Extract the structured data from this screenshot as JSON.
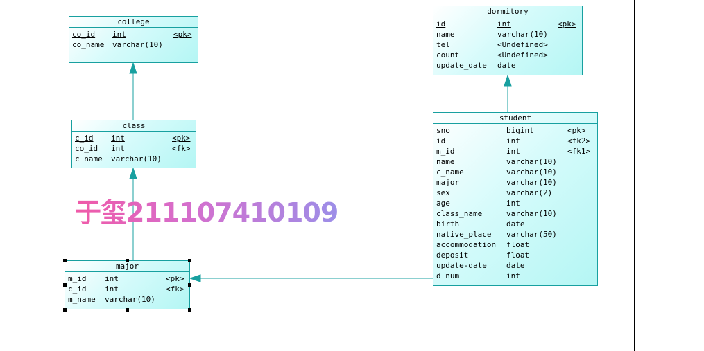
{
  "entities": {
    "college": {
      "title": "college",
      "rows": [
        {
          "name": "co_id",
          "type": "int",
          "key": "<pk>",
          "pk": true
        },
        {
          "name": "co_name",
          "type": "varchar(10)",
          "key": "",
          "pk": false
        }
      ]
    },
    "class": {
      "title": "class",
      "rows": [
        {
          "name": "c_id",
          "type": "int",
          "key": "<pk>",
          "pk": true
        },
        {
          "name": "co_id",
          "type": "int",
          "key": "<fk>",
          "pk": false
        },
        {
          "name": "c_name",
          "type": "varchar(10)",
          "key": "",
          "pk": false
        }
      ]
    },
    "major": {
      "title": "major",
      "rows": [
        {
          "name": "m_id",
          "type": "int",
          "key": "<pk>",
          "pk": true
        },
        {
          "name": "c_id",
          "type": "int",
          "key": "<fk>",
          "pk": false
        },
        {
          "name": "m_name",
          "type": "varchar(10)",
          "key": "",
          "pk": false
        }
      ]
    },
    "dormitory": {
      "title": "dormitory",
      "rows": [
        {
          "name": "id",
          "type": "int",
          "key": "<pk>",
          "pk": true
        },
        {
          "name": "name",
          "type": "varchar(10)",
          "key": "",
          "pk": false
        },
        {
          "name": "tel",
          "type": "<Undefined>",
          "key": "",
          "pk": false
        },
        {
          "name": "count",
          "type": "<Undefined>",
          "key": "",
          "pk": false
        },
        {
          "name": "update_date",
          "type": "date",
          "key": "",
          "pk": false
        }
      ]
    },
    "student": {
      "title": "student",
      "rows": [
        {
          "name": "sno",
          "type": "bigint",
          "key": "<pk>",
          "pk": true
        },
        {
          "name": "id",
          "type": "int",
          "key": "<fk2>",
          "pk": false
        },
        {
          "name": "m_id",
          "type": "int",
          "key": "<fk1>",
          "pk": false
        },
        {
          "name": "name",
          "type": "varchar(10)",
          "key": "",
          "pk": false
        },
        {
          "name": "c_name",
          "type": "varchar(10)",
          "key": "",
          "pk": false
        },
        {
          "name": "major",
          "type": "varchar(10)",
          "key": "",
          "pk": false
        },
        {
          "name": "sex",
          "type": "varchar(2)",
          "key": "",
          "pk": false
        },
        {
          "name": "age",
          "type": "int",
          "key": "",
          "pk": false
        },
        {
          "name": "class_name",
          "type": "varchar(10)",
          "key": "",
          "pk": false
        },
        {
          "name": "birth",
          "type": "date",
          "key": "",
          "pk": false
        },
        {
          "name": "native_place",
          "type": "varchar(50)",
          "key": "",
          "pk": false
        },
        {
          "name": "accommodation",
          "type": "float",
          "key": "",
          "pk": false
        },
        {
          "name": "deposit",
          "type": "float",
          "key": "",
          "pk": false
        },
        {
          "name": "update-date",
          "type": "date",
          "key": "",
          "pk": false
        },
        {
          "name": "d_num",
          "type": "int",
          "key": "",
          "pk": false
        }
      ]
    }
  },
  "relationships": [
    {
      "from": "class",
      "to": "college"
    },
    {
      "from": "major",
      "to": "class"
    },
    {
      "from": "student",
      "to": "dormitory"
    },
    {
      "from": "student",
      "to": "major"
    }
  ],
  "watermark": "于玺211107410109",
  "colors": {
    "entity_border": "#18a0a0",
    "link": "#18a0a0"
  }
}
